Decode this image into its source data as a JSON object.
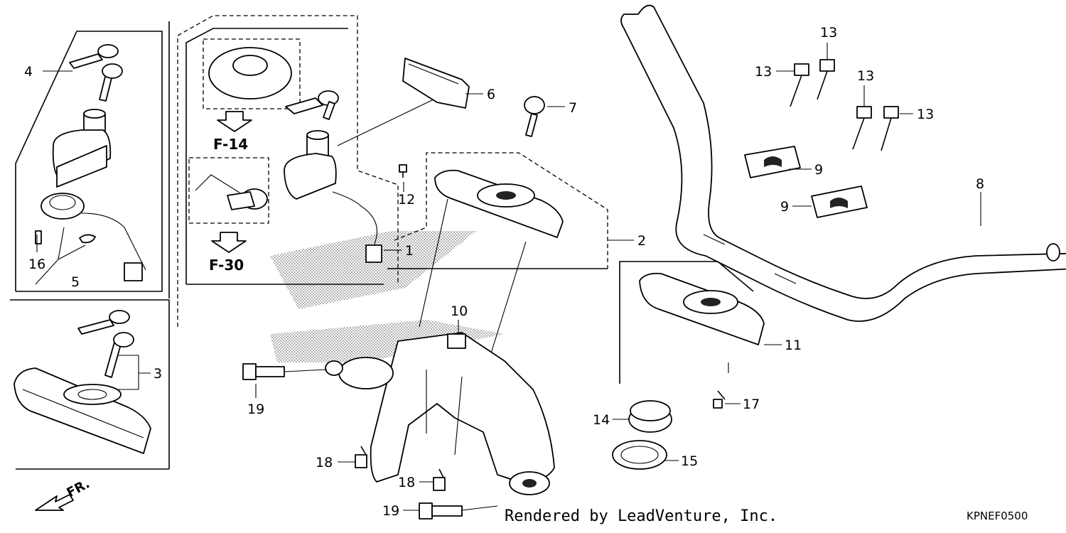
{
  "callouts": {
    "c1": "1",
    "c2": "2",
    "c3": "3",
    "c4": "4",
    "c5": "5",
    "c6": "6",
    "c7": "7",
    "c8": "8",
    "c9a": "9",
    "c9b": "9",
    "c10": "10",
    "c11": "11",
    "c12": "12",
    "c13a": "13",
    "c13b": "13",
    "c13c": "13",
    "c13d": "13",
    "c14": "14",
    "c15": "15",
    "c16": "16",
    "c17": "17",
    "c18a": "18",
    "c18b": "18",
    "c19a": "19",
    "c19b": "19"
  },
  "references": {
    "f14": "F-14",
    "f30": "F-30"
  },
  "direction_label": "FR.",
  "credit": "Rendered by LeadVenture, Inc.",
  "diagram_code": "KPNEF0500"
}
